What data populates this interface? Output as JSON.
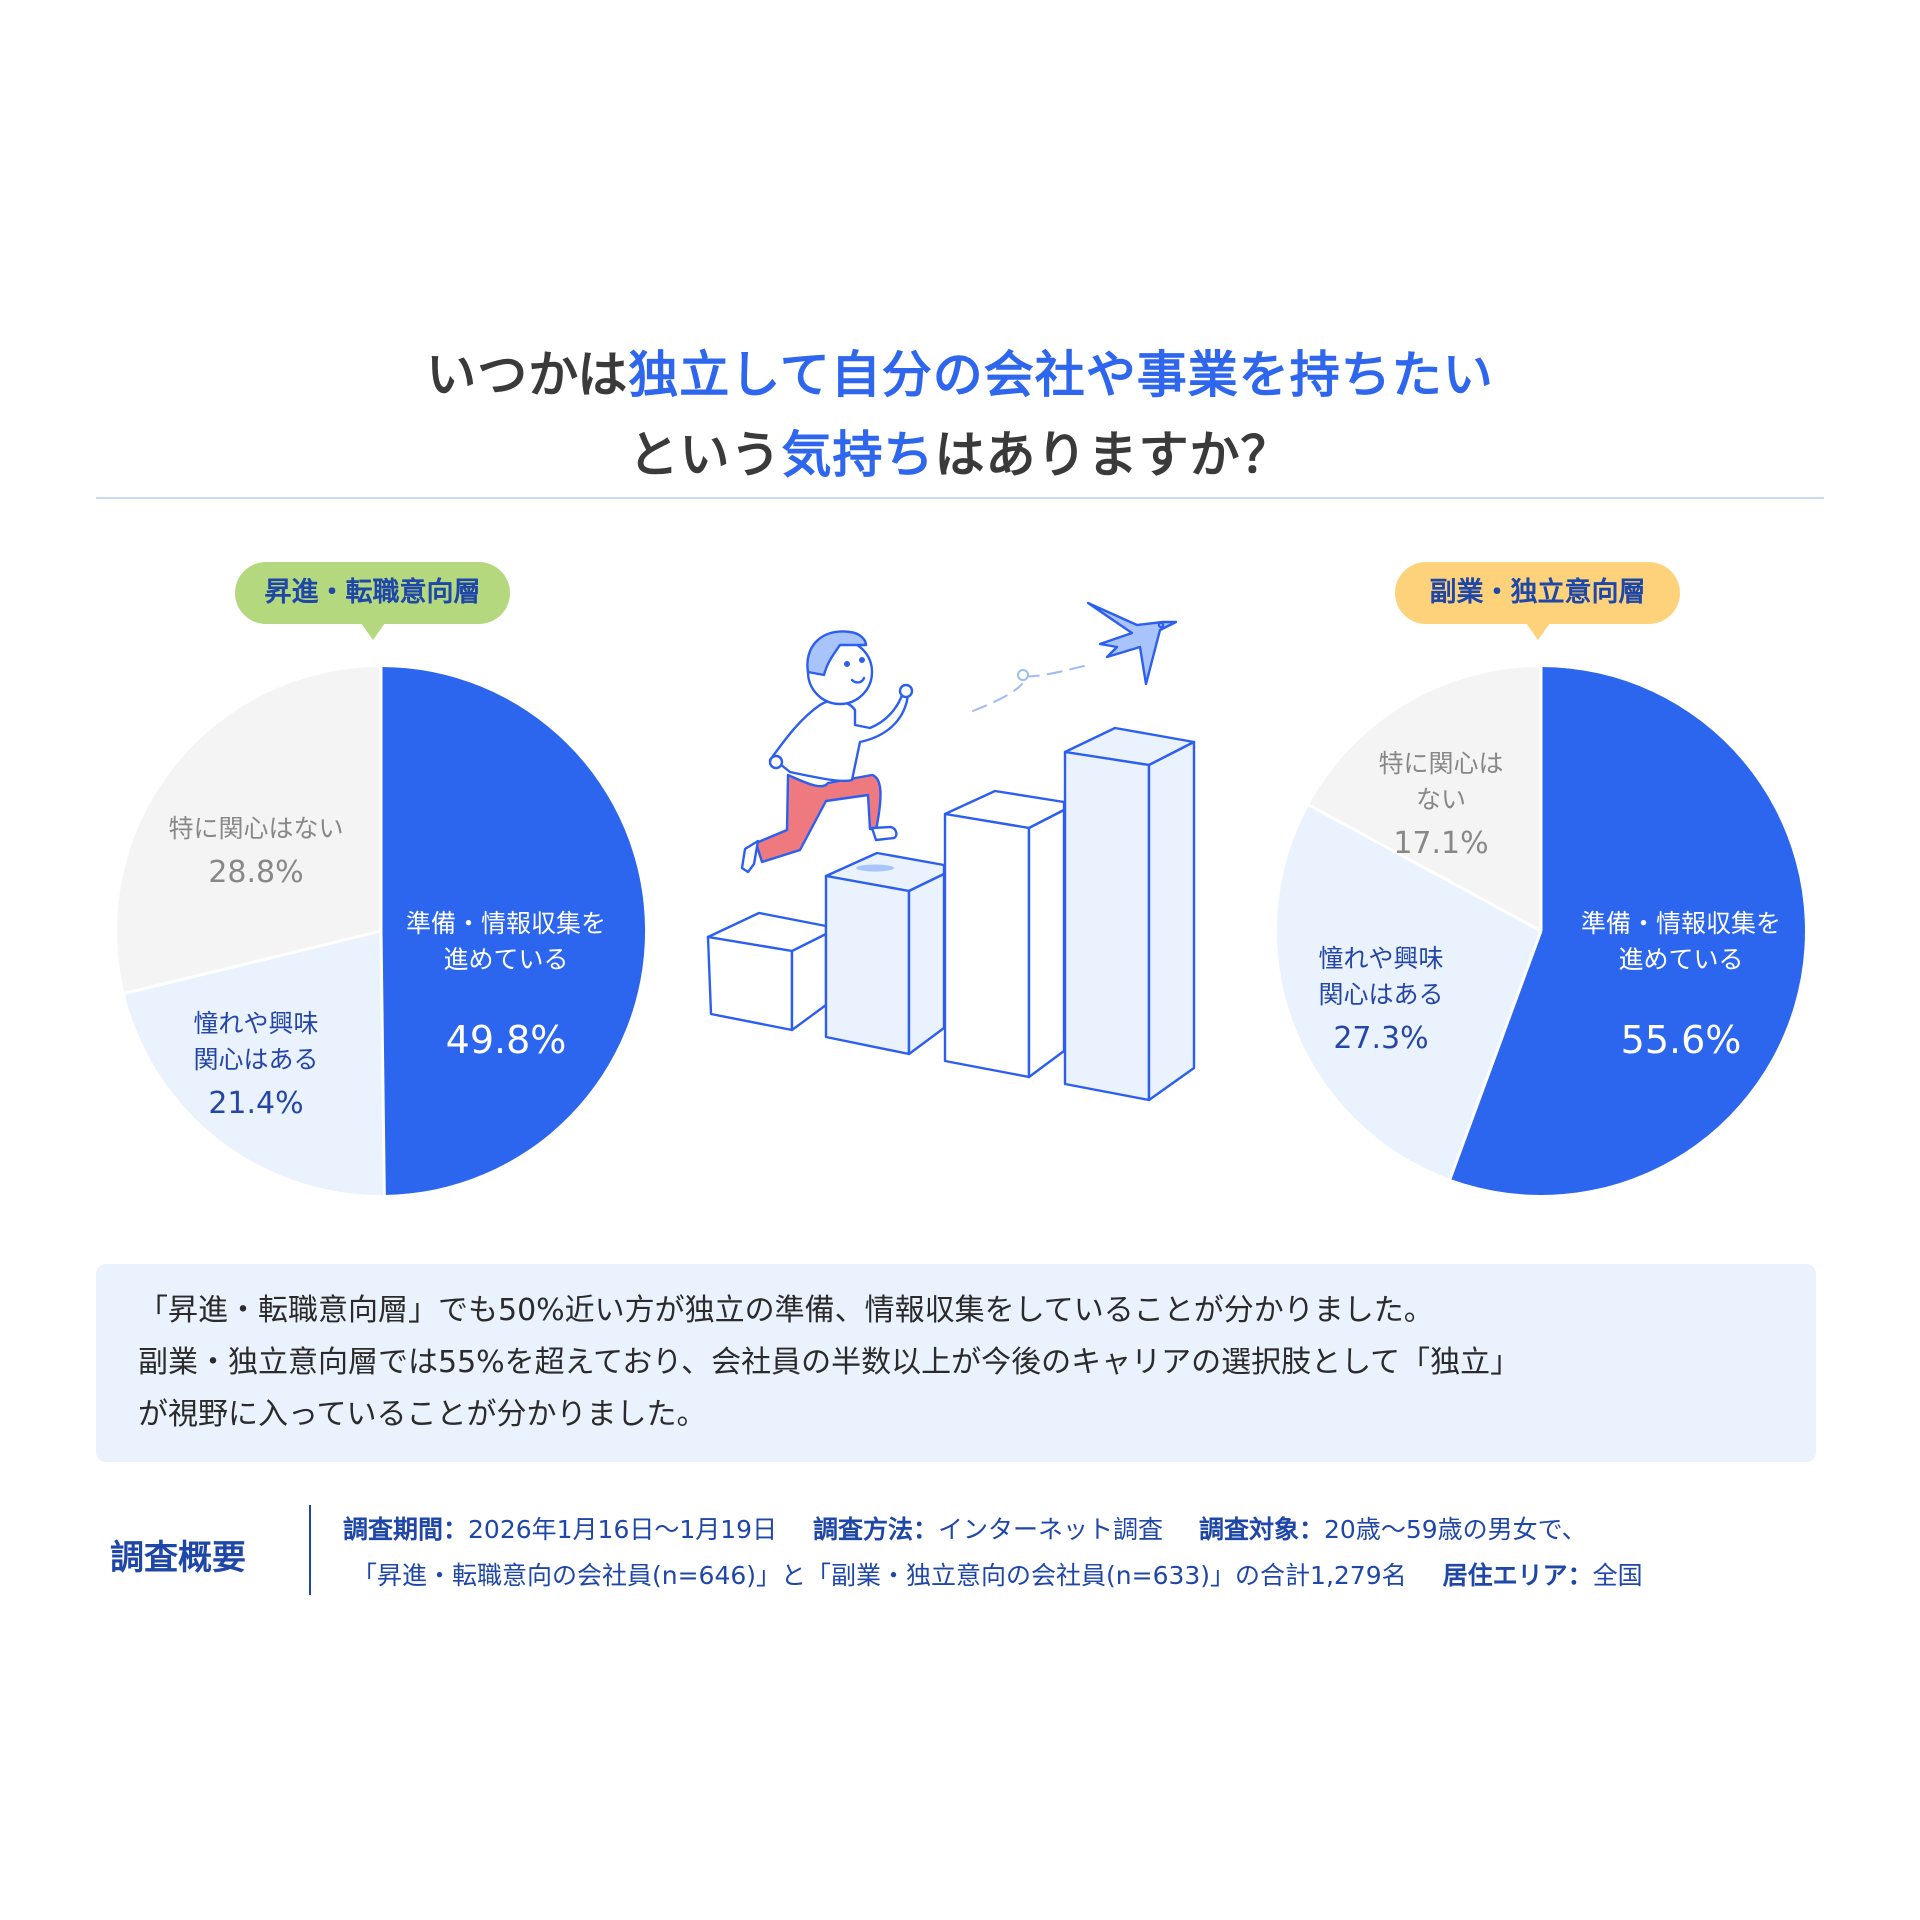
{
  "title": {
    "line1": [
      {
        "text": "いつかは",
        "highlight": false
      },
      {
        "text": "独立して自分の会社や事業を持ちたい",
        "highlight": true
      }
    ],
    "line2": [
      {
        "text": "という",
        "highlight": false
      },
      {
        "text": "気持ち",
        "highlight": true
      },
      {
        "text": "はありますか？",
        "highlight": false
      }
    ],
    "highlight_color": "#2e66ee"
  },
  "bubbles": {
    "left": {
      "label": "昇進・転職意向層",
      "color": "#b3d87e"
    },
    "right": {
      "label": "副業・独立意向層",
      "color": "#fdd27a"
    }
  },
  "chart_data": [
    {
      "type": "pie",
      "title": "昇進・転職意向層",
      "categories": [
        "準備・情報収集を進めている",
        "憧れや興味関心はある",
        "特に関心はない"
      ],
      "values": [
        49.8,
        21.4,
        28.8
      ],
      "colors": [
        "#2c66ee",
        "#e9f2fd",
        "#f5f4f5"
      ],
      "unit": "%",
      "start_angle": "12 o'clock, clockwise"
    },
    {
      "type": "pie",
      "title": "副業・独立意向層",
      "categories": [
        "準備・情報収集を進めている",
        "憧れや興味関心はある",
        "特に関心はない"
      ],
      "values": [
        55.6,
        27.3,
        17.1
      ],
      "colors": [
        "#2c66ee",
        "#e9f2fd",
        "#f5f4f5"
      ],
      "unit": "%",
      "start_angle": "12 o'clock, clockwise"
    }
  ],
  "pies": {
    "left": {
      "prep": {
        "line1": "準備・情報収集を",
        "line2": "進めている",
        "pct": "49.8%"
      },
      "interest": {
        "line1": "憧れや興味",
        "line2": "関心はある",
        "pct": "21.4%"
      },
      "none": {
        "line1": "特に関心はない",
        "pct": "28.8%"
      }
    },
    "right": {
      "prep": {
        "line1": "準備・情報収集を",
        "line2": "進めている",
        "pct": "55.6%"
      },
      "interest": {
        "line1": "憧れや興味",
        "line2": "関心はある",
        "pct": "27.3%"
      },
      "none": {
        "line1": "特に関心は",
        "line2": "ない",
        "pct": "17.1%"
      }
    }
  },
  "summary": {
    "line1": "「昇進・転職意向層」でも50%近い方が独立の準備、情報収集をしていることが分かりました。",
    "line2": "副業・独立意向層では55%を超えており、会社員の半数以上が今後のキャリアの選択肢として「独立」",
    "line3": "が視野に入っていることが分かりました。"
  },
  "survey": {
    "heading": "調査概要",
    "period_label": "調査期間：",
    "period_value": "2026年1月16日〜1月19日",
    "method_label": "調査方法：",
    "method_value": "インターネット調査",
    "target_label": "調査対象：",
    "target_value": "20歳〜59歳の男女で、",
    "target_detail": "「昇進・転職意向の会社員(n=646)」と「副業・独立意向の会社員(n=633)」の合計1,279名",
    "area_label": "居住エリア：",
    "area_value": "全国"
  }
}
